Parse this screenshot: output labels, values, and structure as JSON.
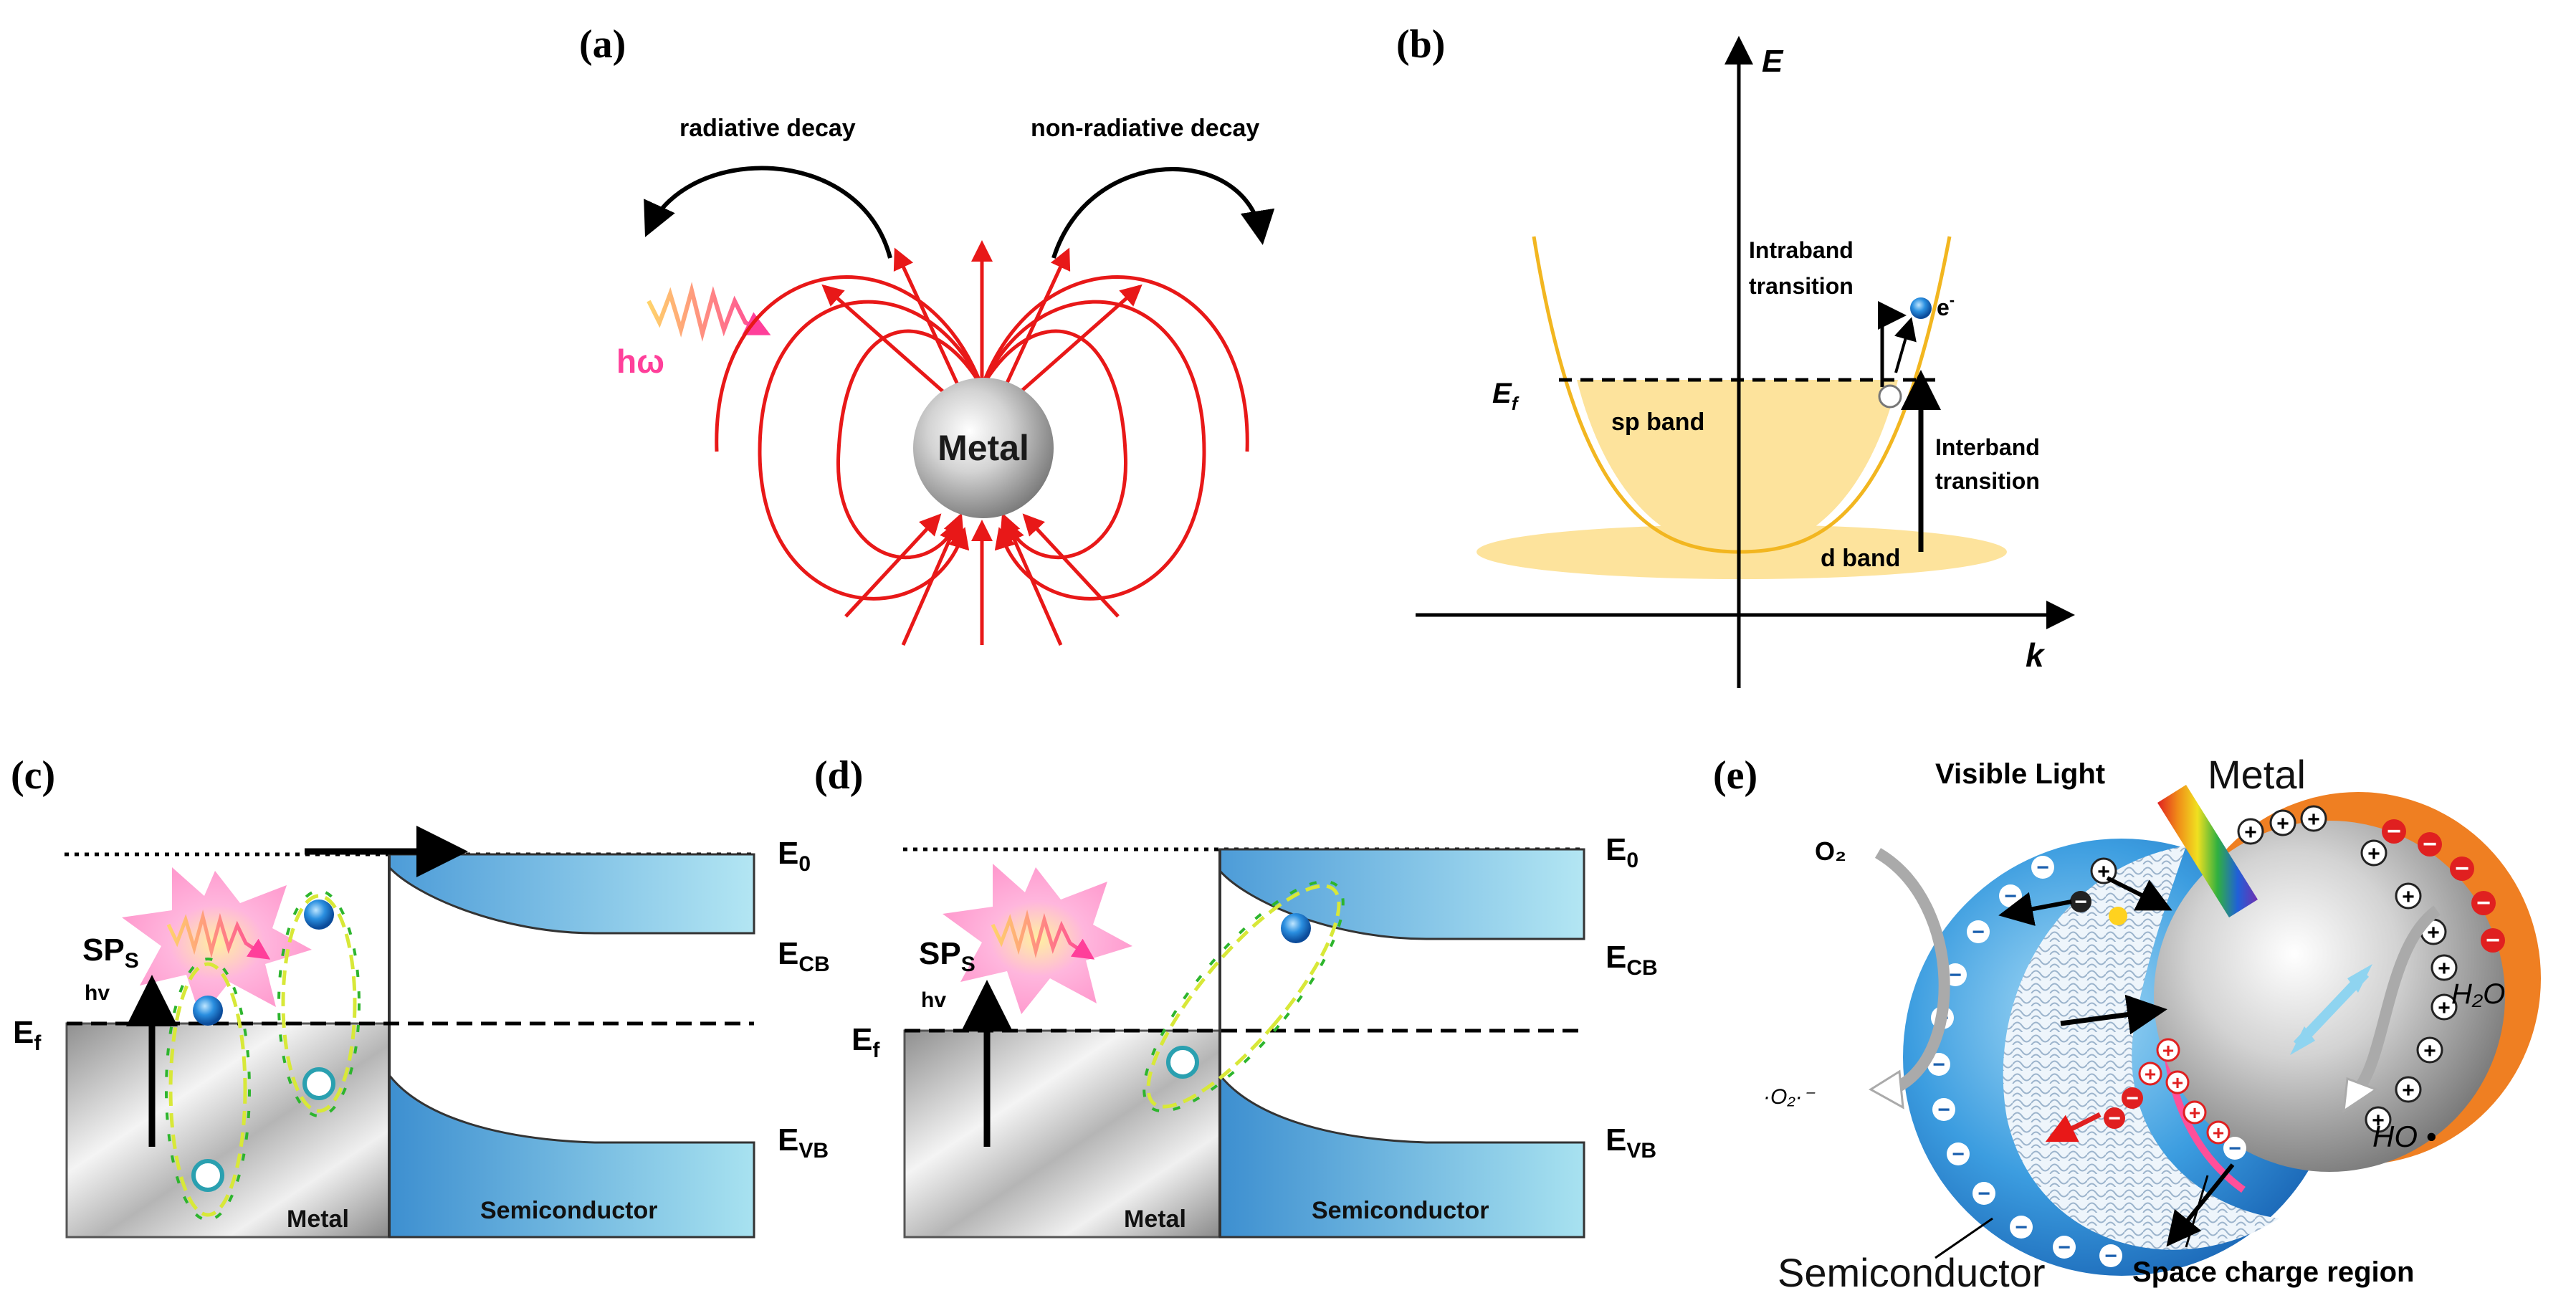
{
  "panels": {
    "a": {
      "label": "(a)",
      "radiative": "radiative decay",
      "nonradiative": "non-radiative decay",
      "photon": "hω",
      "metal": "Metal"
    },
    "b": {
      "label": "(b)",
      "axis_e": "E",
      "axis_k": "k",
      "ef_main": "E",
      "ef_sub": "f",
      "intraband_1": "Intraband",
      "intraband_2": "transition",
      "interband_1": "Interband",
      "interband_2": "transition",
      "sp_band": "sp band",
      "d_band": "d band",
      "electron_main": "e",
      "electron_sup": "-"
    },
    "c": {
      "label": "(c)",
      "e0": "E",
      "e0_sub": "0",
      "ecb": "E",
      "ecb_sub": "CB",
      "evb": "E",
      "evb_sub": "VB",
      "ef": "E",
      "ef_sub": "f",
      "sps": "SP",
      "sps_sub": "S",
      "hv": "hv",
      "metal": "Metal",
      "semiconductor": "Semiconductor"
    },
    "d": {
      "label": "(d)",
      "e0": "E",
      "e0_sub": "0",
      "ecb": "E",
      "ecb_sub": "CB",
      "evb": "E",
      "evb_sub": "VB",
      "ef": "E",
      "ef_sub": "f",
      "sps": "SP",
      "sps_sub": "S",
      "hv": "hv",
      "metal": "Metal",
      "semiconductor": "Semiconductor"
    },
    "e": {
      "label": "(e)",
      "visible_light": "Visible Light",
      "metal": "Metal",
      "o2": "O₂",
      "superoxide": "·O₂·⁻",
      "h2o": "H₂O",
      "ho": "HO •",
      "semiconductor": "Semiconductor",
      "space_charge": "Space charge region",
      "plus": "+",
      "minus": "−"
    }
  },
  "colors": {
    "field_lines": "#e81818",
    "band_fill": "#fde39c",
    "band_curve": "#f2b620",
    "semi_blue": "#3a9ad6",
    "semi_light": "#9ed8ef",
    "photon": "#ff4fa0",
    "ellipse_green": "#2db52d",
    "ellipse_yellow": "#d8e838",
    "orange": "#ef7f22"
  }
}
